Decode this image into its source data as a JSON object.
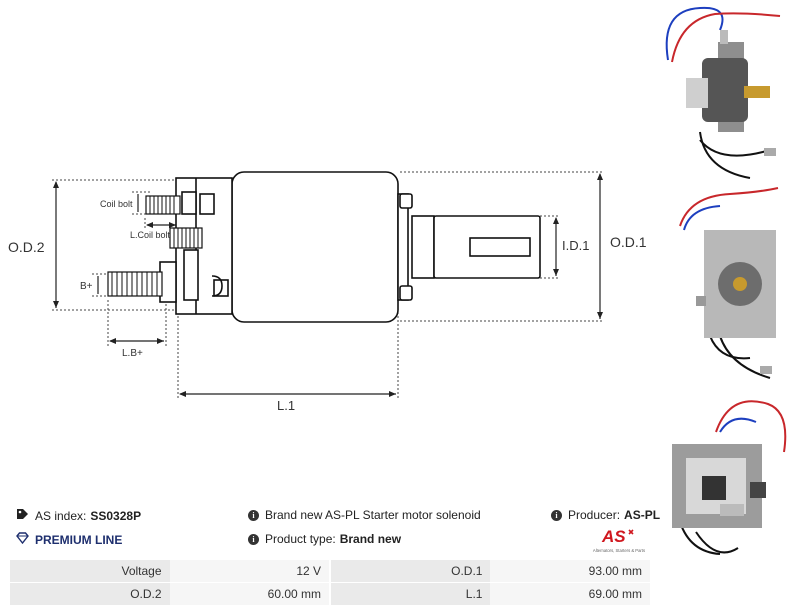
{
  "diagram": {
    "labels": {
      "od2": "O.D.2",
      "od1": "O.D.1",
      "id1": "I.D.1",
      "l1": "L.1",
      "coil_bolt": "Coil bolt",
      "l_coil_bolt": "L.Coil bolt",
      "b_plus": "B+",
      "l_b_plus": "L.B+"
    }
  },
  "info": {
    "as_index_label": "AS index:",
    "as_index_value": "SS0328P",
    "premium_line": "PREMIUM LINE",
    "description": "Brand new AS-PL Starter motor solenoid",
    "product_type_label": "Product type:",
    "product_type_value": "Brand new",
    "producer_label": "Producer:",
    "producer_value": "AS-PL",
    "logo_text": "AS",
    "logo_caption": "Alternators, Starters & Parts"
  },
  "specs": [
    {
      "label1": "Voltage",
      "value1": "12 V",
      "label2": "O.D.1",
      "value2": "93.00 mm"
    },
    {
      "label1": "O.D.2",
      "value1": "60.00 mm",
      "label2": "L.1",
      "value2": "69.00 mm"
    }
  ]
}
